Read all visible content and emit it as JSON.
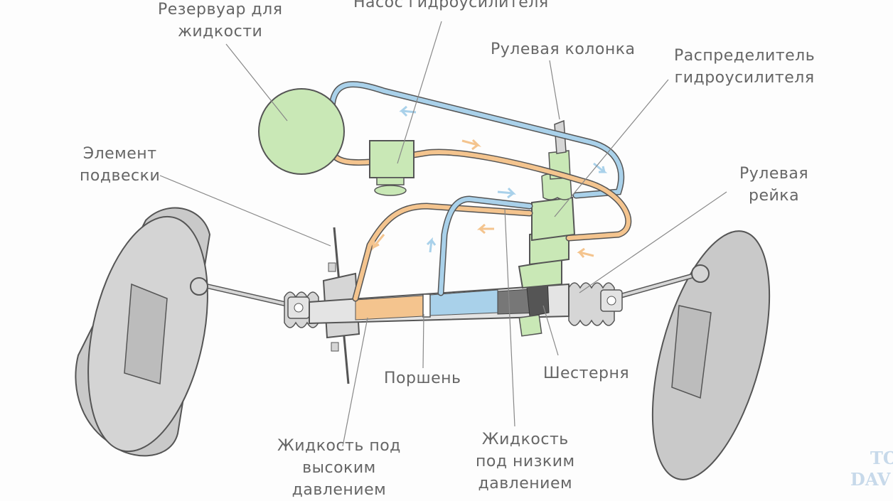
{
  "labels": {
    "reservoir": [
      "Резервуар для",
      "жидкости"
    ],
    "pump": [
      "Насос гидроусилителя"
    ],
    "column": [
      "Рулевая колонка"
    ],
    "distributor": [
      "Распределитель",
      "гидроусилителя"
    ],
    "suspension": [
      "Элемент",
      "подвески"
    ],
    "rack": [
      "Рулевая",
      "рейка"
    ],
    "piston": [
      "Поршень"
    ],
    "gear": [
      "Шестерня"
    ],
    "high_pressure": [
      "Жидкость под",
      "высоким",
      "давлением"
    ],
    "low_pressure": [
      "Жидкость",
      "под низким",
      "давлением"
    ]
  },
  "corner_text": [
    "TO",
    "DAV"
  ],
  "colors": {
    "wheel": "#c9c9c9",
    "component": "#c9e8b6",
    "metal": "#d6d6d6",
    "high_pressure": "#f4c48e",
    "low_pressure": "#a9d1ea",
    "leader": "#888888"
  }
}
